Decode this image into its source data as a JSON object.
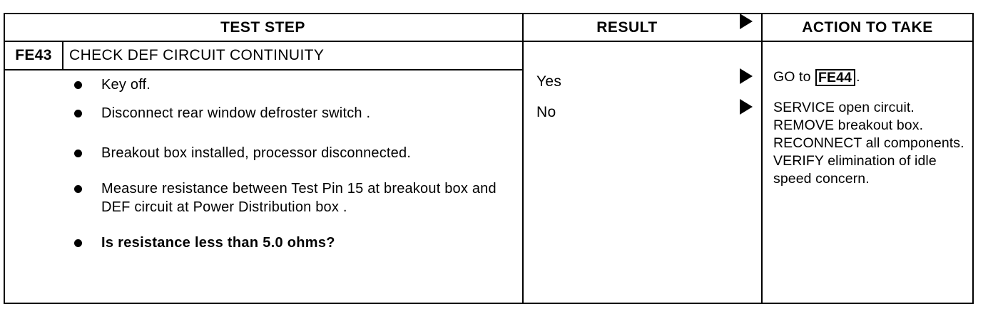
{
  "document": {
    "type": "diagnostic-pinpoint-test-table"
  },
  "table": {
    "headers": {
      "test_step": "TEST STEP",
      "result": "RESULT",
      "action": "ACTION TO TAKE",
      "result_arrow_icon": "right-triangle-icon"
    },
    "step": {
      "code": "FE43",
      "title": "CHECK DEF CIRCUIT CONTINUITY",
      "instructions": [
        {
          "text": "Key off.",
          "bold": false
        },
        {
          "text": "Disconnect rear window defroster switch .",
          "bold": false
        },
        {
          "text": "Breakout box installed, processor disconnected.",
          "bold": false
        },
        {
          "text": "Measure resistance between Test Pin 15 at breakout box and DEF circuit at Power Distribution box .",
          "bold": false
        },
        {
          "text": "Is resistance less than 5.0 ohms?",
          "bold": true
        }
      ]
    },
    "results": [
      {
        "label": "Yes",
        "arrow_icon": "right-triangle-icon"
      },
      {
        "label": "No",
        "arrow_icon": "right-triangle-icon"
      }
    ],
    "actions": [
      {
        "prefix": "GO to ",
        "reference": "FE44",
        "suffix": "."
      },
      {
        "text": "SERVICE open circuit. REMOVE breakout box. RECONNECT all components. VERIFY elimination of idle speed concern."
      }
    ]
  },
  "colors": {
    "ink": "#000000",
    "paper": "#ffffff"
  }
}
